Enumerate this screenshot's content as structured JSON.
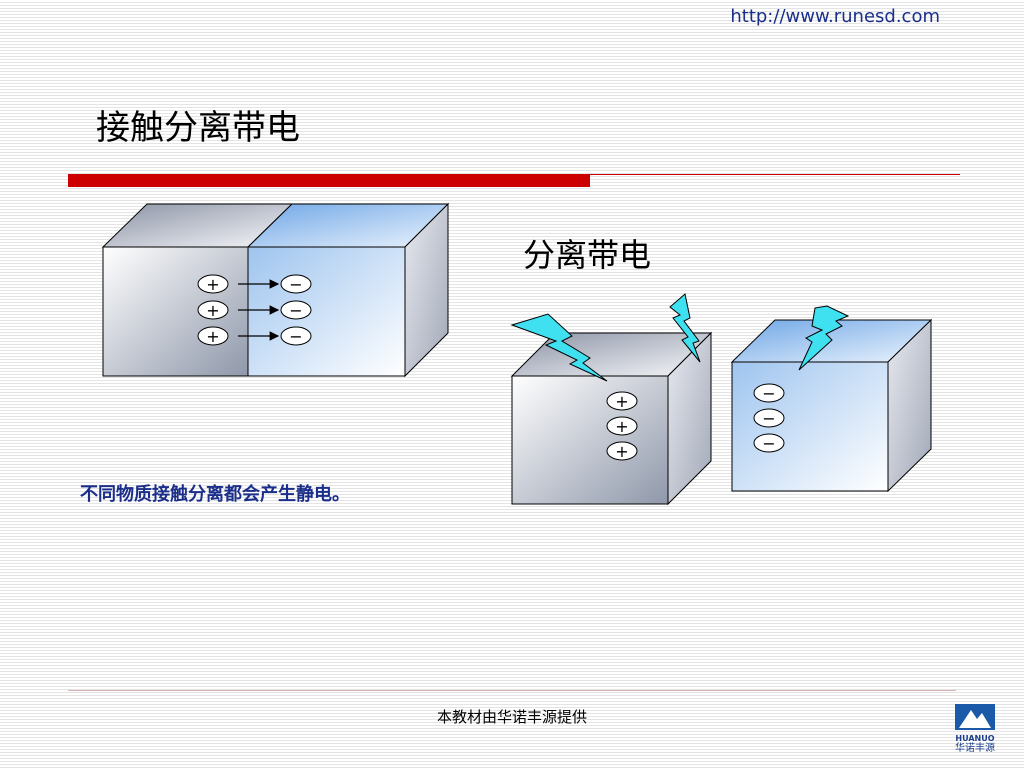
{
  "header": {
    "url": "http://www.runesd.com"
  },
  "slide": {
    "title": "接触分离带电",
    "subtitle": "分离带电",
    "caption": "不同物质接触分离都会产生静电。"
  },
  "diagram": {
    "positive_sign": "+",
    "negative_sign": "−",
    "contact_charge_pairs": 3,
    "separated_charges_each": 3
  },
  "footer": {
    "text": "本教材由华诺丰源提供"
  },
  "logo": {
    "name": "HUANUO",
    "cn_name": "华诺丰源"
  },
  "colors": {
    "accent_red": "#cc0000",
    "text_blue": "#1a2e8a",
    "spark": "#3fe0f0"
  }
}
